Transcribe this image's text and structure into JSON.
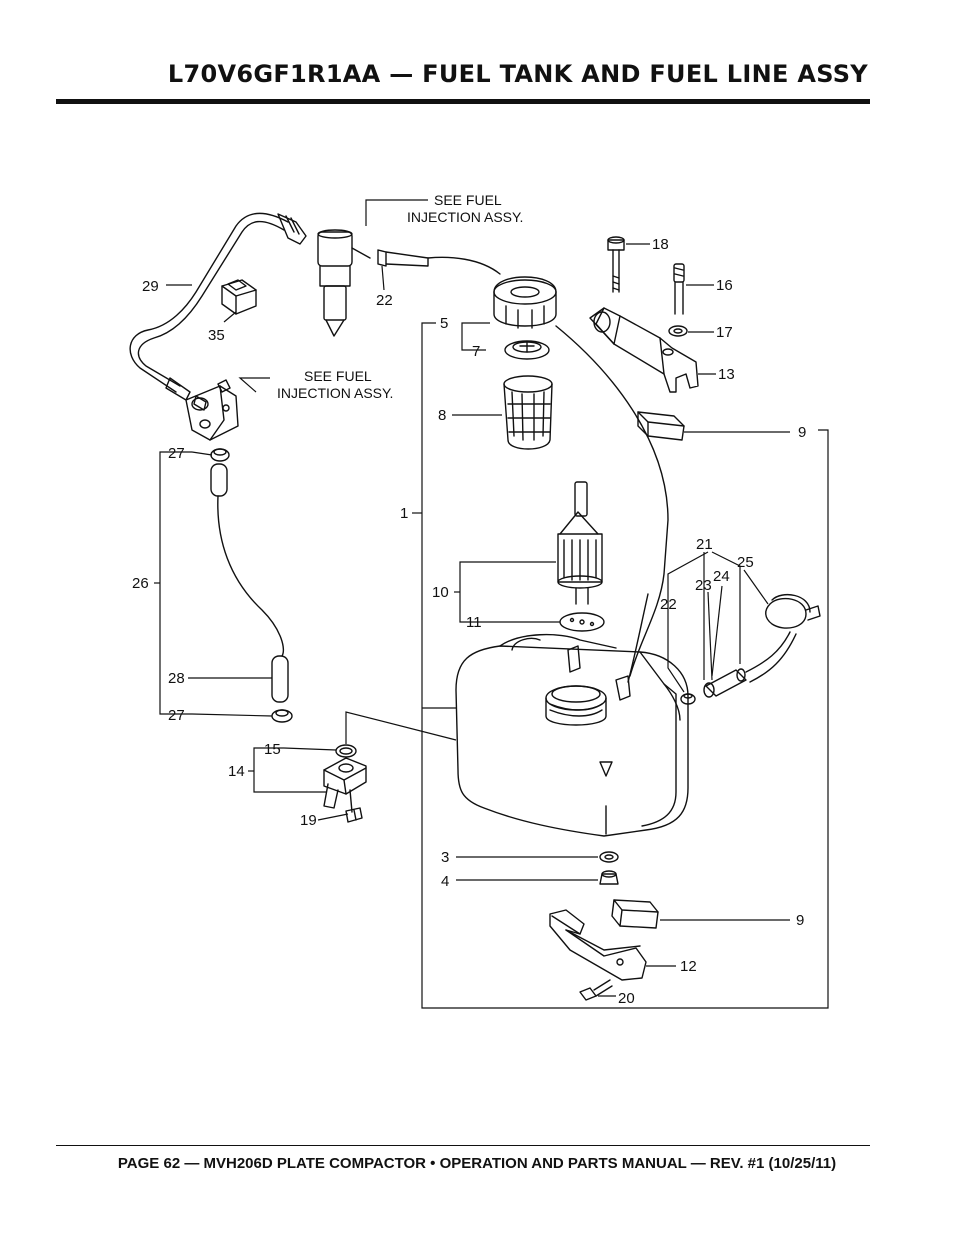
{
  "page": {
    "title": "L70V6GF1R1AA — FUEL TANK AND FUEL LINE ASSY",
    "footer": "PAGE 62 — MVH206D PLATE COMPACTOR • OPERATION AND PARTS MANUAL — REV. #1 (10/25/11)"
  },
  "diagram": {
    "notes": {
      "top": [
        "SEE FUEL",
        "INJECTION ASSY."
      ],
      "left": [
        "SEE FUEL",
        "INJECTION ASSY."
      ]
    },
    "callouts": {
      "c1": "1",
      "c3": "3",
      "c4": "4",
      "c5": "5",
      "c7": "7",
      "c8": "8",
      "c9a": "9",
      "c9b": "9",
      "c10": "10",
      "c11": "11",
      "c12": "12",
      "c13": "13",
      "c14": "14",
      "c15": "15",
      "c16": "16",
      "c17": "17",
      "c18": "18",
      "c19": "19",
      "c20": "20",
      "c21": "21",
      "c22a": "22",
      "c22b": "22",
      "c23": "23",
      "c24": "24",
      "c25": "25",
      "c26": "26",
      "c27a": "27",
      "c27b": "27",
      "c28": "28",
      "c29": "29",
      "c35": "35"
    }
  }
}
